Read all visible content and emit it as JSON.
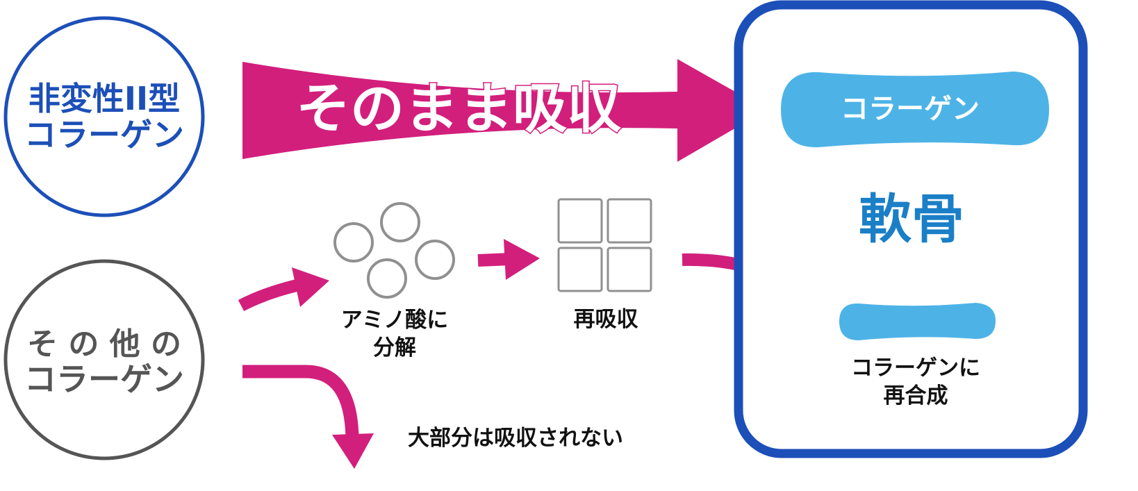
{
  "sources": {
    "undenatured": {
      "line1": "非変性II型",
      "line2": "コラーゲン"
    },
    "other": {
      "line1": "そ の 他 の",
      "line2": "コラーゲン"
    }
  },
  "arrows": {
    "direct_absorption": "そのまま吸収",
    "not_absorbed": "大部分は吸収されない"
  },
  "steps": {
    "amino_acid": {
      "line1": "アミノ酸に",
      "line2": "分解"
    },
    "reabsorption": "再吸収"
  },
  "cartilage": {
    "title": "軟骨",
    "collagen_band": "コラーゲン",
    "resynthesis": {
      "line1": "コラーゲンに",
      "line2": "再合成"
    }
  },
  "colors": {
    "blue": "#1c4fb8",
    "magenta": "#d21f7c",
    "gray": "#555555",
    "light_blue": "#4db3e6",
    "text_dark": "#111111",
    "cartilage_title": "#1a7fc7"
  }
}
